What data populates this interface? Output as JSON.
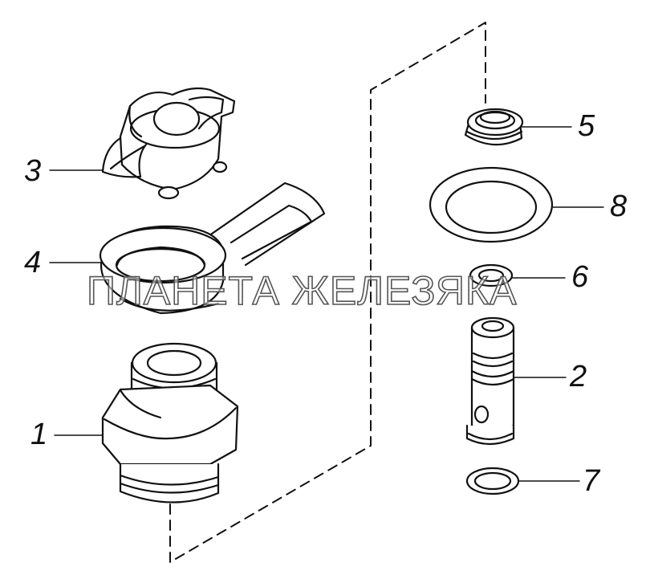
{
  "watermark": "ПЛАНЕТА ЖЕЛЕЗЯКА",
  "labels": {
    "p1": "1",
    "p2": "2",
    "p3": "3",
    "p4": "4",
    "p5": "5",
    "p6": "6",
    "p7": "7",
    "p8": "8"
  },
  "colors": {
    "line": "#111111",
    "background": "#ffffff",
    "watermark_stroke": "#555555"
  }
}
